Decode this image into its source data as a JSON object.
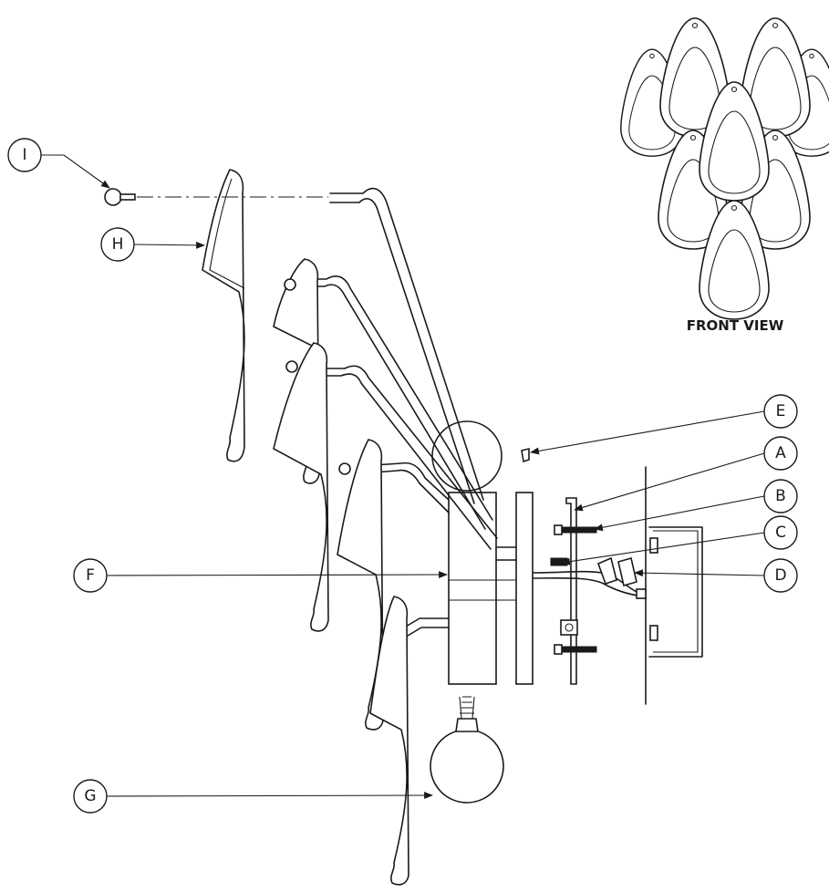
{
  "front_view": {
    "label": "FRONT VIEW"
  },
  "callouts": {
    "A": "A",
    "B": "B",
    "C": "C",
    "D": "D",
    "E": "E",
    "F": "F",
    "G": "G",
    "H": "H",
    "I": "I"
  }
}
